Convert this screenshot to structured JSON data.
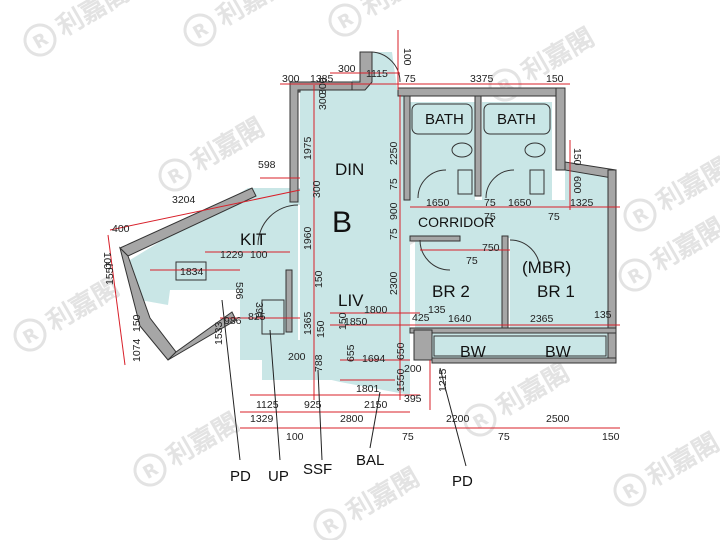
{
  "plan": {
    "unit_label": "B",
    "rooms": {
      "din": "DIN",
      "liv": "LIV",
      "kit": "KIT",
      "bath1": "BATH",
      "bath2": "BATH",
      "corridor": "CORRIDOR",
      "br2": "BR 2",
      "mbr_line1": "(MBR)",
      "mbr_line2": "BR 1",
      "bw1": "BW",
      "bw2": "BW"
    },
    "callouts": {
      "pd_left": "PD",
      "up": "UP",
      "ssf": "SSF",
      "bal": "BAL",
      "pd_right": "PD"
    },
    "dims": {
      "d300a": "300",
      "d1385": "1385",
      "d300b": "300",
      "d1115": "1115",
      "d75a": "75",
      "d3375": "3375",
      "d150a": "150",
      "d100top": "100",
      "d300v1": "300",
      "d300v2": "300",
      "d1975": "1975",
      "d300v3": "300",
      "d1960": "1960",
      "d150v1": "150",
      "d1365": "1365",
      "d150v2": "150",
      "d2250": "2250",
      "d75v1": "75",
      "d900": "900",
      "d75v2": "75",
      "d2300": "2300",
      "d150v3": "150",
      "d600": "600",
      "d598": "598",
      "d3204": "3204",
      "d400": "400",
      "d100a": "100",
      "d1557": "1557",
      "d150v4": "150",
      "d1074": "1074",
      "d1834": "1834",
      "d1229": "1229",
      "d100b": "100",
      "d586": "586",
      "d391": "391",
      "d825": "825",
      "d986": "986",
      "d1533": "1533",
      "d1650a": "1650",
      "d75b": "75",
      "d1650b": "1650",
      "d1325": "1325",
      "d75c": "75",
      "d75d": "75",
      "d750": "750",
      "d75e": "75",
      "d1800": "1800",
      "d135a": "135",
      "d1850": "1850",
      "d425": "425",
      "d1640": "1640",
      "d2365": "2365",
      "d135b": "135",
      "d150c": "150",
      "d200": "200",
      "d788": "788",
      "d655": "655",
      "d1694": "1694",
      "d650": "650",
      "d1801": "1801",
      "d1550": "1550",
      "d200b": "200",
      "d395": "395",
      "d1215": "1215",
      "d1125": "1125",
      "d925": "925",
      "d2150": "2150",
      "d1329": "1329",
      "d100c": "100",
      "d2800": "2800",
      "d75f": "75",
      "d2200": "2200",
      "d75g": "75",
      "d2500": "2500",
      "d150d": "150"
    },
    "watermark": "利嘉閣",
    "colors": {
      "room_fill": "#c9e6e6",
      "wall": "#a6a6a6",
      "dim_line": "#d8202a",
      "text": "#111111"
    }
  }
}
